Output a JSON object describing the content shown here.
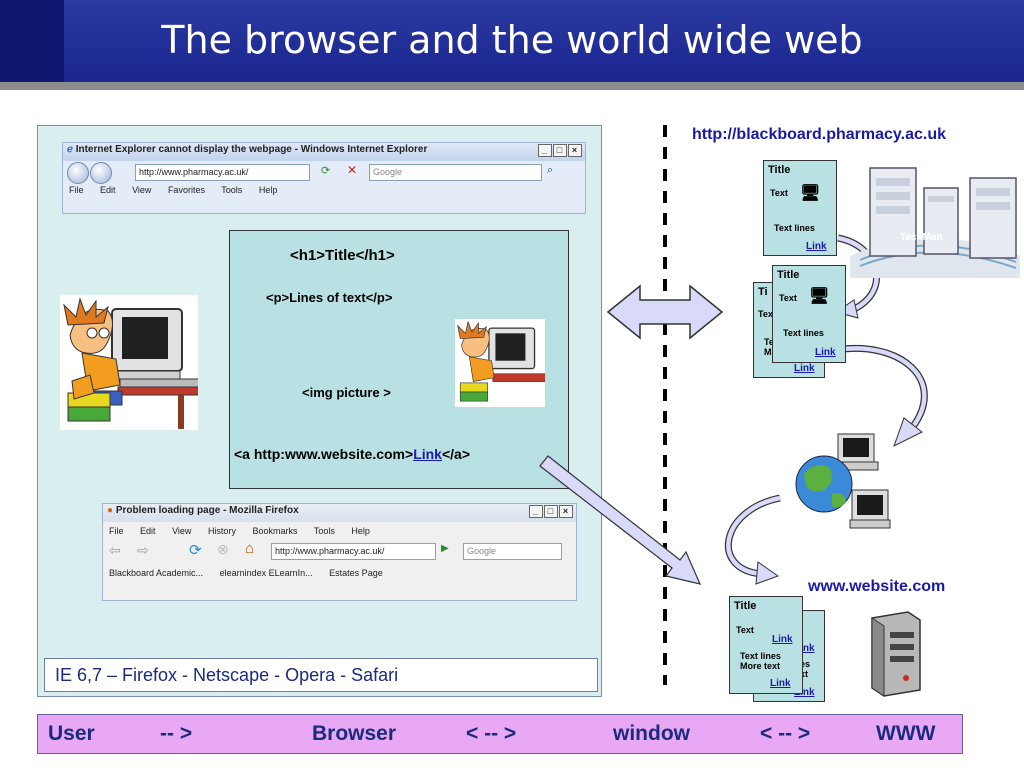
{
  "slide": {
    "title": "The browser and the world wide web",
    "caption": "IE 6,7 – Firefox - Netscape - Opera - Safari"
  },
  "ie_window": {
    "title": "Internet Explorer cannot display the webpage - Windows Internet Explorer",
    "address": "http://www.pharmacy.ac.uk/",
    "search_placeholder": "Google",
    "menu": [
      "File",
      "Edit",
      "View",
      "Favorites",
      "Tools",
      "Help"
    ]
  },
  "firefox_window": {
    "title": "Problem loading page - Mozilla Firefox",
    "menu": [
      "File",
      "Edit",
      "View",
      "History",
      "Bookmarks",
      "Tools",
      "Help"
    ],
    "address": "http://www.pharmacy.ac.uk/",
    "search_placeholder": "Google",
    "bookmarks": [
      "Blackboard Academic...",
      "elearnindex ELearnIn...",
      "Estates Page"
    ]
  },
  "html_code": {
    "h1": "<h1>Title</h1>",
    "p": "<p>Lines of text</p>",
    "img": "<img picture >",
    "a_open": "<a http:www.website.com>",
    "a_link": "Link",
    "a_close": "</a>"
  },
  "servers": {
    "blackboard_url": "http://blackboard.pharmacy.ac.uk",
    "website_url": "www.website.com",
    "watermark": "TechMan"
  },
  "doc_page": {
    "title": "Title",
    "text": "Text",
    "text_lines": "Text lines",
    "more_text": "More text",
    "link": "Link",
    "partial_ti": "Ti",
    "partial_te": "Tex",
    "partial_te2": "Te",
    "partial_m": "M",
    "partial_es": "es",
    "partial_xt": "xt"
  },
  "bottom_bar": {
    "user": "User",
    "arrow1": "-- >",
    "browser": "Browser",
    "arrow2": "< -- >",
    "window": "window",
    "arrow3": "< -- >",
    "www": "WWW"
  },
  "colors": {
    "title_bar": "#1b2590",
    "panel": "#d9eeee",
    "html_box": "#b9e1e4",
    "arrow_fill": "#d9d9fa",
    "bottom_bar": "#e8a8f4",
    "link": "#1a1aa8"
  }
}
